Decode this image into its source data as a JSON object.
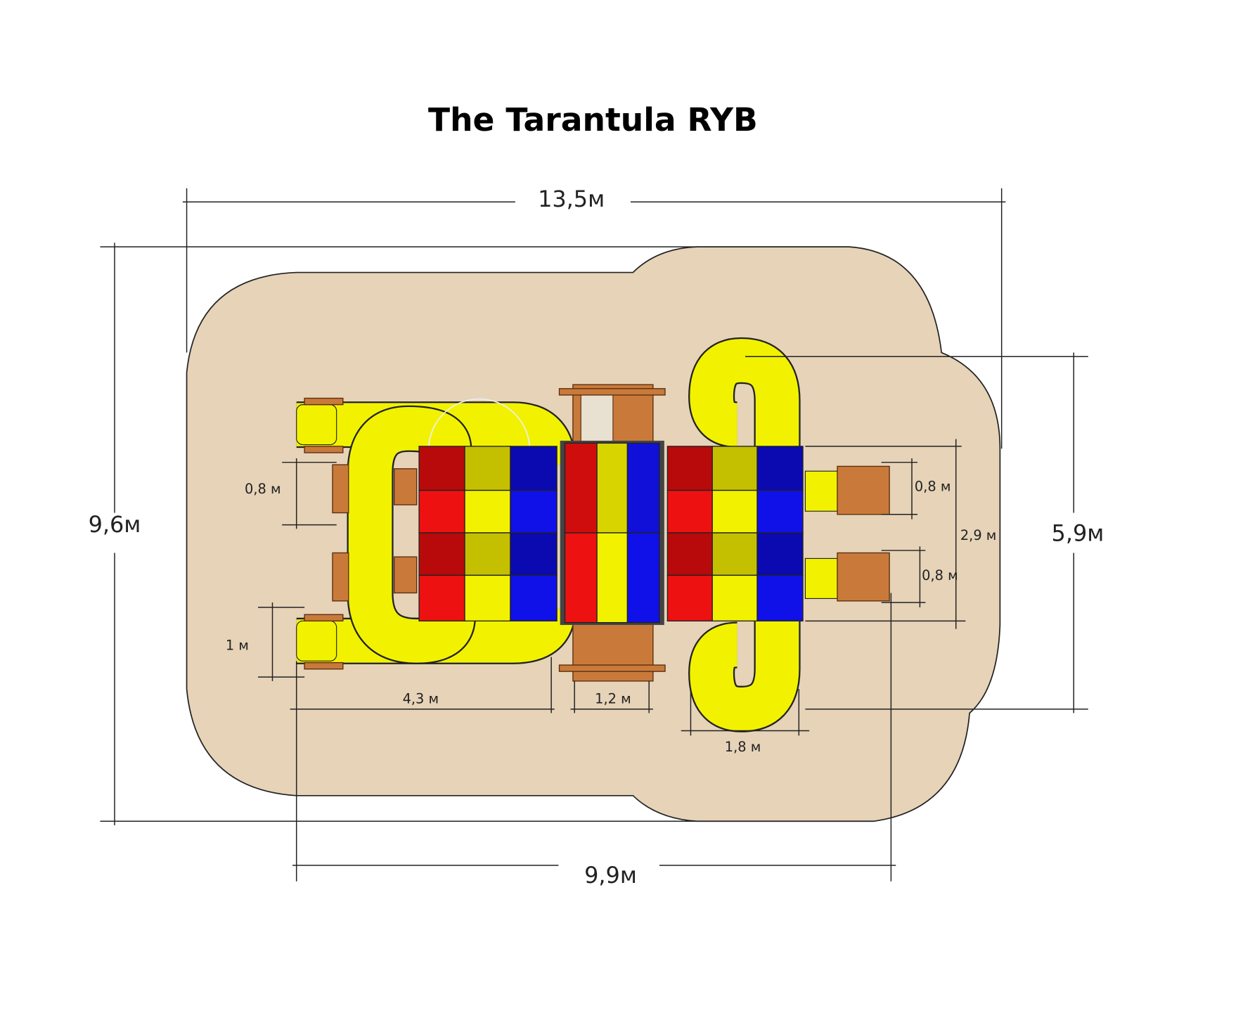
{
  "title": "The Tarantula RYB",
  "dimensions": {
    "total_width": "13,5м",
    "total_height": "9,6м",
    "right_height": "5,9м",
    "bottom_width": "9,9м",
    "left_gap_top": "0,8 м",
    "left_gap_bottom": "1 м",
    "left_length": "4,3 м",
    "stair_width": "1,2 м",
    "slide_width": "1,8 м",
    "right_gap_top": "0,8 м",
    "right_gap_bottom": "0,8 м",
    "module_height": "2,9 м"
  },
  "colors": {
    "surface": "#e6d3b8",
    "red": "#ee1111",
    "dark_red": "#b80a0a",
    "yellow": "#f2f200",
    "dark_yellow": "#c4c000",
    "blue": "#1010e8",
    "dark_blue": "#0a0ab0"
  }
}
